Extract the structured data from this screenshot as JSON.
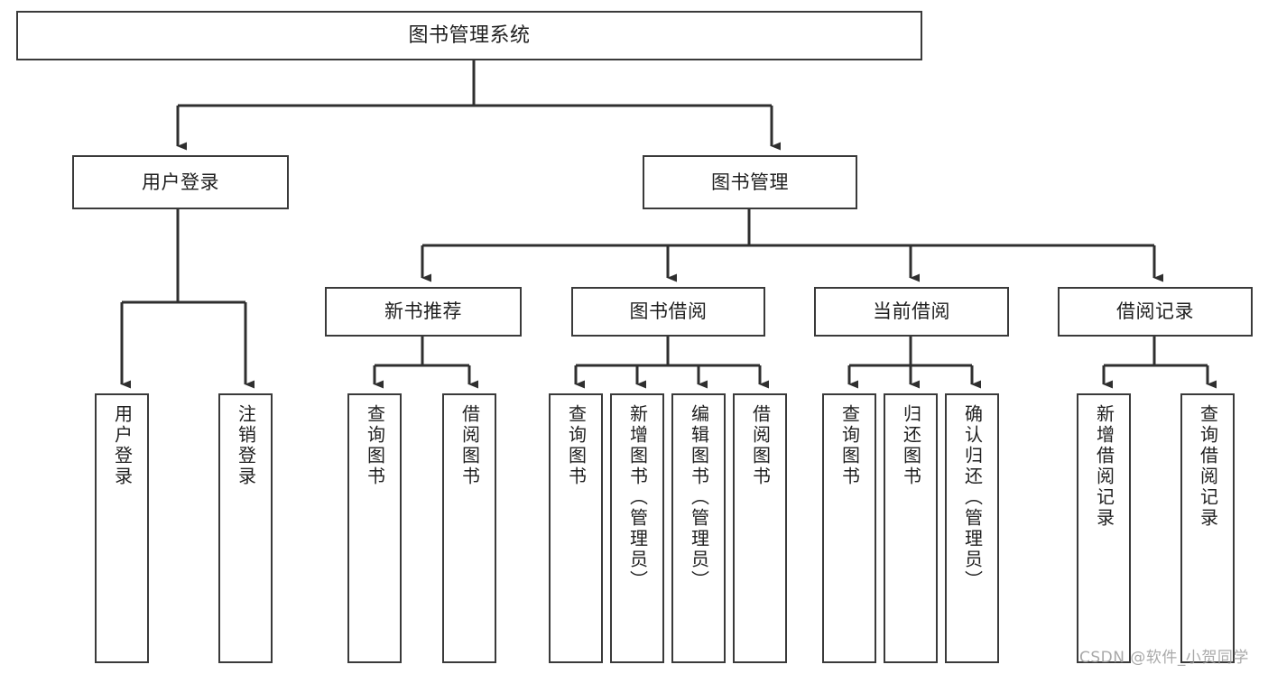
{
  "diagram": {
    "type": "tree-hierarchy-chart",
    "title": "图书管理系统",
    "watermark": "CSDN @软件_小贺同学",
    "colors": {
      "box_border": "#3a3a3a",
      "box_fill": "#ffffff",
      "connector": "#2f2f2f",
      "text": "#1f1f1f",
      "watermark": "#9b9b9b",
      "background": "#ffffff"
    },
    "root": {
      "label": "图书管理系统"
    },
    "level2": [
      {
        "label": "用户登录"
      },
      {
        "label": "图书管理"
      }
    ],
    "level3": [
      {
        "label": "新书推荐"
      },
      {
        "label": "图书借阅"
      },
      {
        "label": "当前借阅"
      },
      {
        "label": "借阅记录"
      }
    ],
    "leaves": {
      "user_login": [
        {
          "label": "用户登录"
        },
        {
          "label": "注销登录"
        }
      ],
      "new_book_recommend": [
        {
          "label": "查询图书"
        },
        {
          "label": "借阅图书"
        }
      ],
      "book_borrow": [
        {
          "label": "查询图书"
        },
        {
          "label": "新增图书（管理员）"
        },
        {
          "label": "编辑图书（管理员）"
        },
        {
          "label": "借阅图书"
        }
      ],
      "current_borrow": [
        {
          "label": "查询图书"
        },
        {
          "label": "归还图书"
        },
        {
          "label": "确认归还（管理员）"
        }
      ],
      "borrow_record": [
        {
          "label": "新增借阅记录"
        },
        {
          "label": "查询借阅记录"
        }
      ]
    }
  }
}
